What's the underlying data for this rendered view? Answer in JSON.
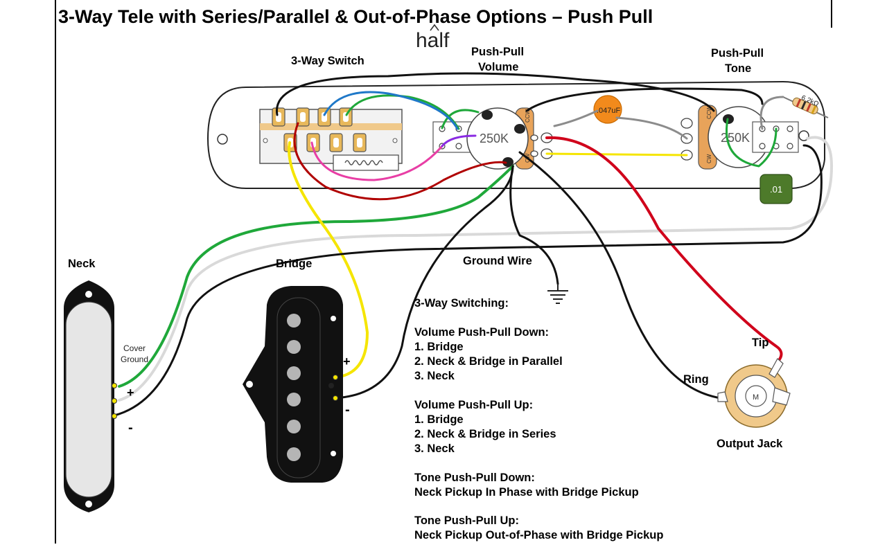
{
  "title": "3-Way Tele with Series/Parallel & Out-of-Phase Options – Push Pull",
  "handwritten_insert": "half",
  "labels": {
    "switch": "3-Way Switch",
    "volume_line1": "Push-Pull",
    "volume_line2": "Volume",
    "tone_line1": "Push-Pull",
    "tone_line2": "Tone",
    "neck": "Neck",
    "bridge": "Bridge",
    "ground_wire": "Ground Wire",
    "cover_ground_line1": "Cover",
    "cover_ground_line2": "Ground",
    "plus": "+",
    "minus": "-",
    "tip": "Tip",
    "ring": "Ring",
    "output_jack": "Output Jack",
    "jack_center": "M"
  },
  "components": {
    "volume_pot": "250K",
    "tone_pot": "250K",
    "cap_orange": ".047uF",
    "cap_green": ".01",
    "resistor": "6.2kΩ",
    "pot_lug_ccw": "CCW",
    "pot_lug_cw": "CW"
  },
  "notes": {
    "switching_heading": "3-Way Switching:",
    "vol_down_heading": "Volume Push-Pull Down:",
    "vol_down_items": [
      "1. Bridge",
      "2. Neck & Bridge in Parallel",
      "3. Neck"
    ],
    "vol_up_heading": "Volume Push-Pull Up:",
    "vol_up_items": [
      "1. Bridge",
      "2. Neck & Bridge in Series",
      "3. Neck"
    ],
    "tone_down_heading": "Tone Push-Pull Down:",
    "tone_down_text": "Neck Pickup In Phase with Bridge Pickup",
    "tone_up_heading": "Tone Push-Pull Up:",
    "tone_up_text": "Neck Pickup Out-of-Phase with Bridge Pickup"
  },
  "wire_colors": {
    "black": "#111111",
    "red": "#d0021b",
    "yellow": "#f5e500",
    "green": "#1fa83a",
    "white": "#d9d9d9",
    "blue": "#1f78c8",
    "magenta": "#e83ea5",
    "purple": "#8a2be2",
    "gray": "#8c8c8c",
    "darkred": "#b00000"
  }
}
